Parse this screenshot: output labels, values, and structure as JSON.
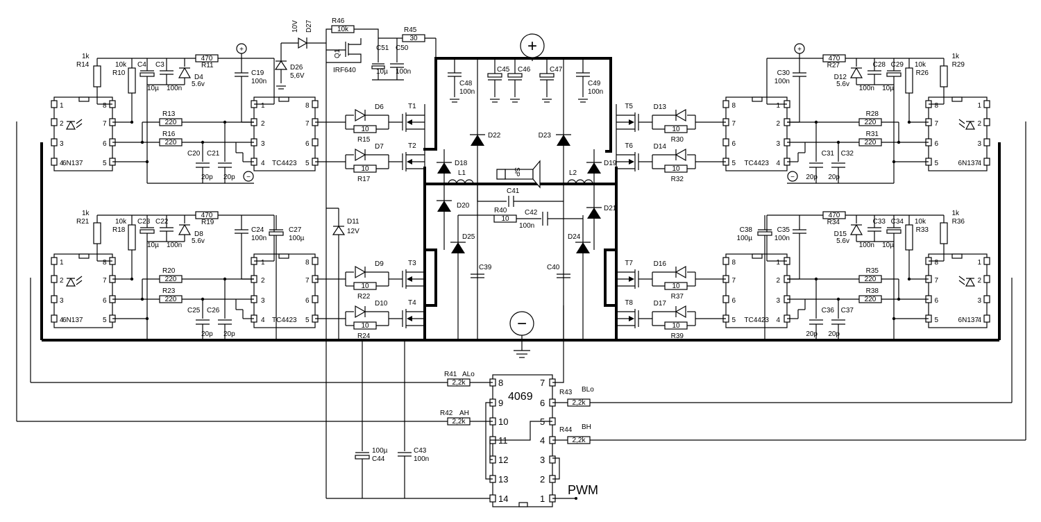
{
  "title": "",
  "chips": {
    "opto": "6N137",
    "driver": "TC4423",
    "inverter": "4069",
    "mosfet_q1": "IRF640"
  },
  "supply": {
    "plus": "+",
    "minus": "−"
  },
  "labels": {
    "pwm": "PWM",
    "alo": "ALo",
    "ah": "AH",
    "blo": "BLo",
    "bh": "BH",
    "speaker": "SP"
  },
  "quads": [
    {
      "id": "top-left",
      "opto_pins": [
        "1",
        "2",
        "3",
        "4"
      ],
      "opto_pins_r": [
        "8",
        "7",
        "6",
        "5"
      ],
      "drv_pins": [
        "1",
        "2",
        "3",
        "4"
      ],
      "drv_pins_r": [
        "8",
        "7",
        "6",
        "5"
      ],
      "parts": [
        {
          "ref": "R14",
          "val": "1k"
        },
        {
          "ref": "R10",
          "val": "10k"
        },
        {
          "ref": "C4",
          "val": ""
        },
        {
          "ref": "C3",
          "val": ""
        },
        {
          "ref": "D4",
          "val": "5.6v"
        },
        {
          "ref": "R11",
          "val": "470"
        },
        {
          "ref": "C19",
          "val": "100n"
        },
        {
          "ref": "R13",
          "val": "220"
        },
        {
          "ref": "R16",
          "val": "220"
        },
        {
          "ref": "C20",
          "val": "20p"
        },
        {
          "ref": "C21",
          "val": "20p"
        }
      ],
      "cap_vals": {
        "c4": "10µ",
        "c3": "100n"
      },
      "gate": [
        {
          "d": "D6",
          "r": "R15",
          "rv": "10",
          "t": "T1"
        },
        {
          "d": "D7",
          "r": "R17",
          "rv": "10",
          "t": "T2"
        }
      ]
    },
    {
      "id": "bottom-left",
      "parts": [
        {
          "ref": "R21",
          "val": "1k"
        },
        {
          "ref": "R18",
          "val": "10k"
        },
        {
          "ref": "C23",
          "val": ""
        },
        {
          "ref": "C22",
          "val": ""
        },
        {
          "ref": "D8",
          "val": "5.6v"
        },
        {
          "ref": "R19",
          "val": "470"
        },
        {
          "ref": "C24",
          "val": "100n"
        },
        {
          "ref": "C27",
          "val": "100µ"
        },
        {
          "ref": "R20",
          "val": "220"
        },
        {
          "ref": "R23",
          "val": "220"
        },
        {
          "ref": "C25",
          "val": "20p"
        },
        {
          "ref": "C26",
          "val": "20p"
        }
      ],
      "cap_vals": {
        "c23": "10µ",
        "c22": "100n"
      },
      "gate": [
        {
          "d": "D9",
          "r": "R22",
          "rv": "10",
          "t": "T3"
        },
        {
          "d": "D10",
          "r": "R24",
          "rv": "10",
          "t": "T4"
        }
      ]
    },
    {
      "id": "top-right",
      "parts": [
        {
          "ref": "R29",
          "val": "1k"
        },
        {
          "ref": "R26",
          "val": "10k"
        },
        {
          "ref": "C29",
          "val": ""
        },
        {
          "ref": "C28",
          "val": ""
        },
        {
          "ref": "D12",
          "val": "5.6v"
        },
        {
          "ref": "R27",
          "val": "470"
        },
        {
          "ref": "C30",
          "val": "100n"
        },
        {
          "ref": "R28",
          "val": "220"
        },
        {
          "ref": "R31",
          "val": "220"
        },
        {
          "ref": "C32",
          "val": "20p"
        },
        {
          "ref": "C31",
          "val": "20p"
        }
      ],
      "cap_vals": {
        "c29": "10µ",
        "c28": "100n"
      },
      "gate": [
        {
          "d": "D13",
          "r": "R30",
          "rv": "10",
          "t": "T5"
        },
        {
          "d": "D14",
          "r": "R32",
          "rv": "10",
          "t": "T6"
        }
      ]
    },
    {
      "id": "bottom-right",
      "parts": [
        {
          "ref": "R36",
          "val": "1k"
        },
        {
          "ref": "R33",
          "val": "10k"
        },
        {
          "ref": "C34",
          "val": ""
        },
        {
          "ref": "C33",
          "val": ""
        },
        {
          "ref": "D15",
          "val": "5.6v"
        },
        {
          "ref": "R34",
          "val": "470"
        },
        {
          "ref": "C35",
          "val": "100n"
        },
        {
          "ref": "C38",
          "val": "100µ"
        },
        {
          "ref": "R35",
          "val": "220"
        },
        {
          "ref": "R38",
          "val": "220"
        },
        {
          "ref": "C37",
          "val": "20p"
        },
        {
          "ref": "C36",
          "val": "20p"
        }
      ],
      "cap_vals": {
        "c34": "10µ",
        "c33": "100n"
      },
      "gate": [
        {
          "d": "D16",
          "r": "R37",
          "rv": "10",
          "t": "T7"
        },
        {
          "d": "D17",
          "r": "R39",
          "rv": "10",
          "t": "T8"
        }
      ]
    }
  ],
  "center": {
    "r46": {
      "ref": "R46",
      "val": "10k"
    },
    "r45": {
      "ref": "R45",
      "val": "30"
    },
    "d27": {
      "ref": "D27",
      "val": "10V"
    },
    "d26": {
      "ref": "D26",
      "val": "5,6V"
    },
    "q1": {
      "ref": "Q1"
    },
    "c51": {
      "ref": "C51",
      "val": "10µ"
    },
    "c50": {
      "ref": "C50",
      "val": "100n"
    },
    "c48": {
      "ref": "C48",
      "val": "100n"
    },
    "c45": {
      "ref": "C45"
    },
    "c46": {
      "ref": "C46"
    },
    "c47": {
      "ref": "C47"
    },
    "c49": {
      "ref": "C49",
      "val": "100n"
    },
    "d22": {
      "ref": "D22"
    },
    "d23": {
      "ref": "D23"
    },
    "d18": {
      "ref": "D18"
    },
    "d19": {
      "ref": "D19"
    },
    "d20": {
      "ref": "D20"
    },
    "d21": {
      "ref": "D21"
    },
    "d24": {
      "ref": "D24"
    },
    "d25": {
      "ref": "D25"
    },
    "l1": {
      "ref": "L1"
    },
    "l2": {
      "ref": "L2"
    },
    "c41": {
      "ref": "C41"
    },
    "c42": {
      "ref": "C42",
      "val": "100n"
    },
    "r40": {
      "ref": "R40",
      "val": "10"
    },
    "c39": {
      "ref": "C39"
    },
    "c40": {
      "ref": "C40"
    },
    "d11": {
      "ref": "D11",
      "val": "12V"
    },
    "c44": {
      "ref": "C44",
      "val": "100µ"
    },
    "c43": {
      "ref": "C43",
      "val": "100n"
    },
    "r41": {
      "ref": "R41",
      "val": "2,2k"
    },
    "r42": {
      "ref": "R42",
      "val": "2,2k"
    },
    "r43": {
      "ref": "R43",
      "val": "2,2k"
    },
    "r44": {
      "ref": "R44",
      "val": "2,2k"
    }
  },
  "inv_pins_left": [
    "8",
    "9",
    "10",
    "11",
    "12",
    "13",
    "14"
  ],
  "inv_pins_right": [
    "7",
    "6",
    "5",
    "4",
    "3",
    "2",
    "1"
  ]
}
